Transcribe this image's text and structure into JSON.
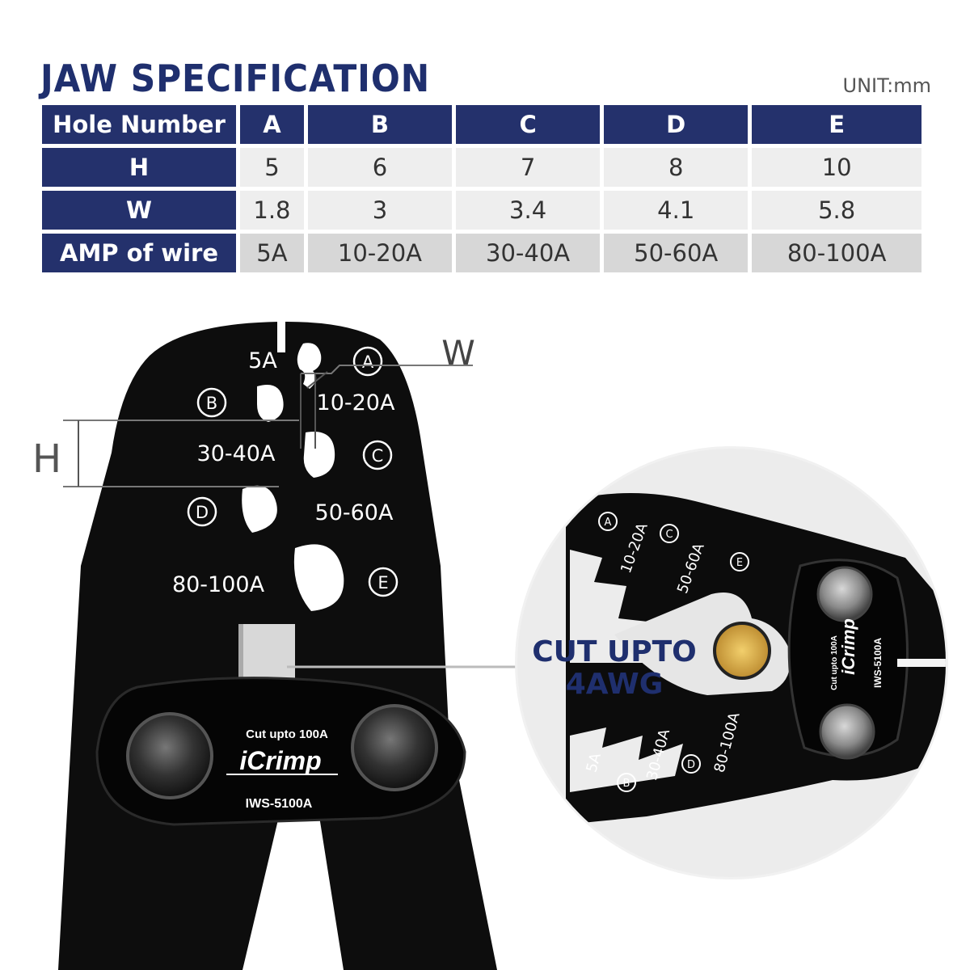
{
  "title": "JAW SPECIFICATION",
  "unit": "UNIT:mm",
  "table": {
    "corner": "Hole Number",
    "holes": [
      "A",
      "B",
      "C",
      "D",
      "E"
    ],
    "rows": [
      {
        "label": "H",
        "values": [
          "5",
          "6",
          "7",
          "8",
          "10"
        ]
      },
      {
        "label": "W",
        "values": [
          "1.8",
          "3",
          "3.4",
          "4.1",
          "5.8"
        ]
      },
      {
        "label": "AMP of wire",
        "values": [
          "5A",
          "10-20A",
          "30-40A",
          "50-60A",
          "80-100A"
        ]
      }
    ]
  },
  "diagram": {
    "dim_w": "W",
    "dim_h": "H",
    "circles": [
      "A",
      "B",
      "C",
      "D",
      "E"
    ],
    "amps": [
      "5A",
      "10-20A",
      "30-40A",
      "50-60A",
      "80-100A"
    ],
    "cut_label": "Cut upto 100A",
    "brand": "iCrimp",
    "model": "IWS-5100A",
    "callout_line1": "CUT UPTO",
    "callout_line2": "4AWG",
    "zoom": {
      "brand": "iCrimp",
      "cut_label": "Cut upto 100A",
      "model": "IWS-5100A",
      "circles": [
        "A",
        "B",
        "C",
        "D",
        "E"
      ],
      "amps": [
        "5A",
        "10-20A",
        "30-40A",
        "50-60A",
        "80-100A"
      ]
    }
  }
}
